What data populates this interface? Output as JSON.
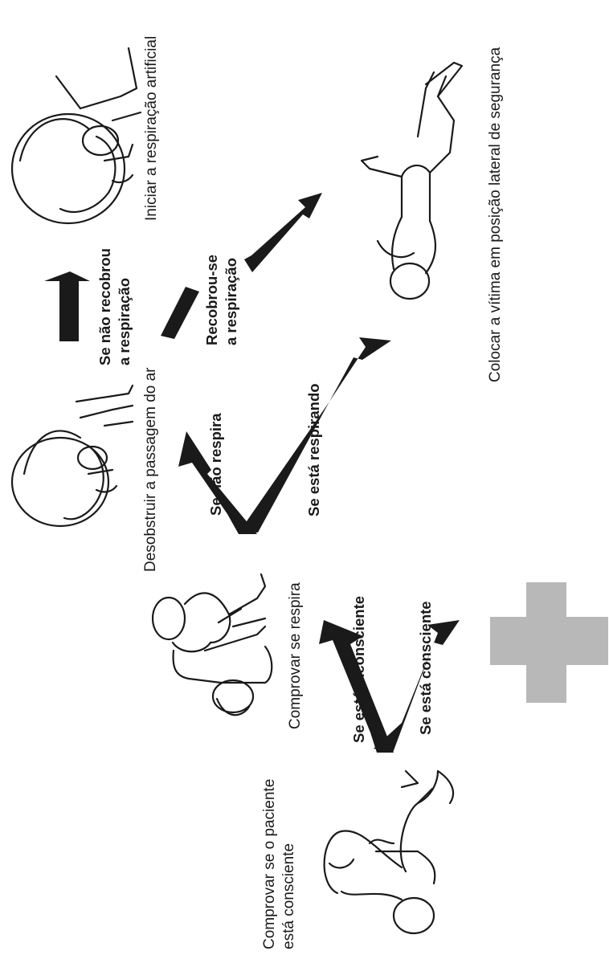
{
  "steps": {
    "check_conscious": "Comprovar se o paciente\nestá consciente",
    "check_breathing": "Comprovar se respira",
    "clear_airway": "Desobstruir a passagem do ar",
    "start_resp": "Iniciar a respiração artificial",
    "recovery_position": "Colocar a vítima em posição lateral de segurança"
  },
  "conditions": {
    "unconscious": "Se está inconsciente",
    "conscious": "Se está consciente",
    "not_breathing": "Se não respira",
    "breathing": "Se está respirando",
    "not_recovered": "Se não recobrou\na respiração",
    "recovered": "Recobrou-se\na respiração"
  },
  "colors": {
    "arrow": "#1a1a1a",
    "cross": "#b8b8b8",
    "text": "#1a1a1a"
  },
  "icons": {
    "cross": "first-aid-cross",
    "victim": "lying-person"
  }
}
